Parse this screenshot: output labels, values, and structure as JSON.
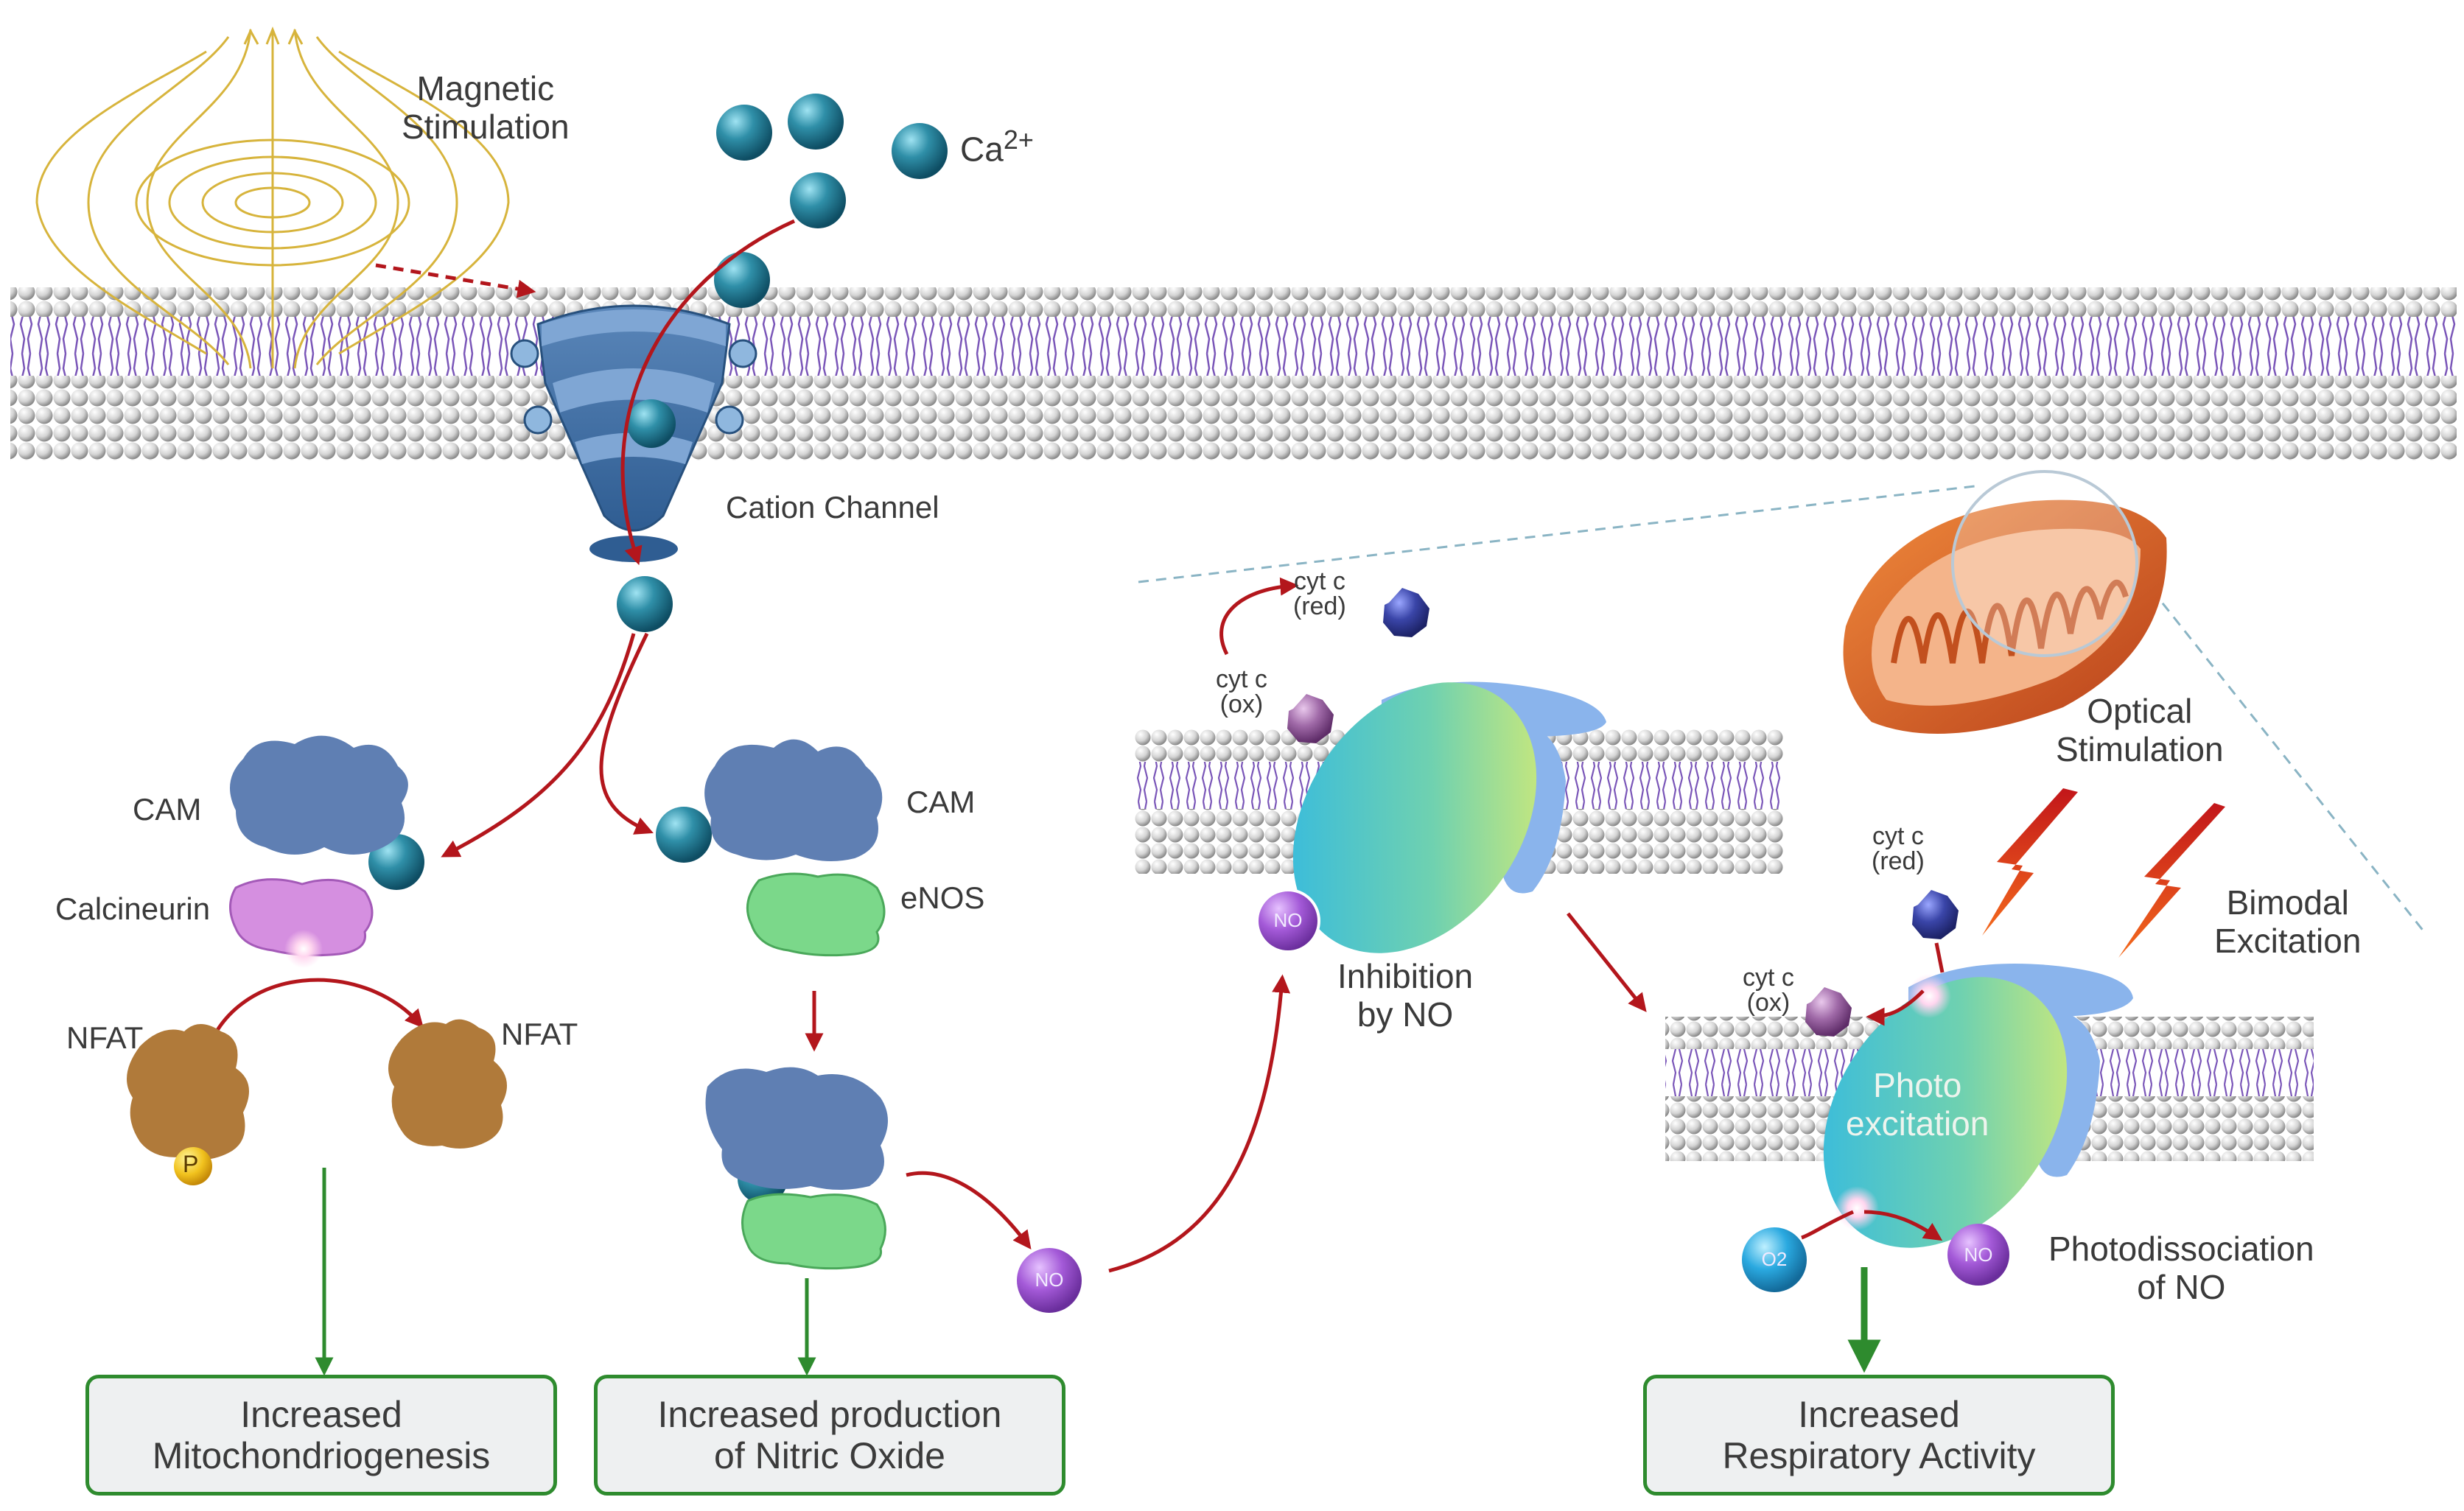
{
  "labels": {
    "magnetic": "Magnetic\nStimulation",
    "ca_prefix": "Ca",
    "ca_sup": "2+",
    "cation_channel": "Cation Channel",
    "cam_left": "CAM",
    "calcineurin": "Calcineurin",
    "nfat_left": "NFAT",
    "nfat_right": "NFAT",
    "phosphate": "P",
    "cam_right": "CAM",
    "enos": "eNOS",
    "no_small": "NO",
    "cyt_c_red_1": "cyt c\n(red)",
    "cyt_c_ox_1": "cyt c\n(ox)",
    "inhibition": "Inhibition\nby NO",
    "optical": "Optical\nStimulation",
    "cyt_c_red_2": "cyt c\n(red)",
    "cyt_c_ox_2": "cyt c\n(ox)",
    "bimodal": "Bimodal\nExcitation",
    "photoexcitation": "Photo\nexcitation",
    "o2": "O2",
    "photodissociation": "Photodissociation\nof NO"
  },
  "boxes": {
    "box1": "Increased\nMitochondriogenesis",
    "box2": "Increased production\nof Nitric Oxide",
    "box3": "Increased\nRespiratory Activity"
  },
  "colors": {
    "ion": "#1e6f86",
    "arrow_red": "#b3161c",
    "arrow_green": "#2e8b2e",
    "cam": "#5f7fb3",
    "calcineurin": "#d58fe0",
    "enos": "#7bd88a",
    "nfat": "#b07a3a",
    "no_purple": "#a25bd6",
    "o2_cyan": "#2aa9e0",
    "membrane_lipid": "#7a56b8",
    "magnetic_field": "#d7b43c",
    "mito": "#d9602a",
    "lightning": "#d62a1a"
  }
}
